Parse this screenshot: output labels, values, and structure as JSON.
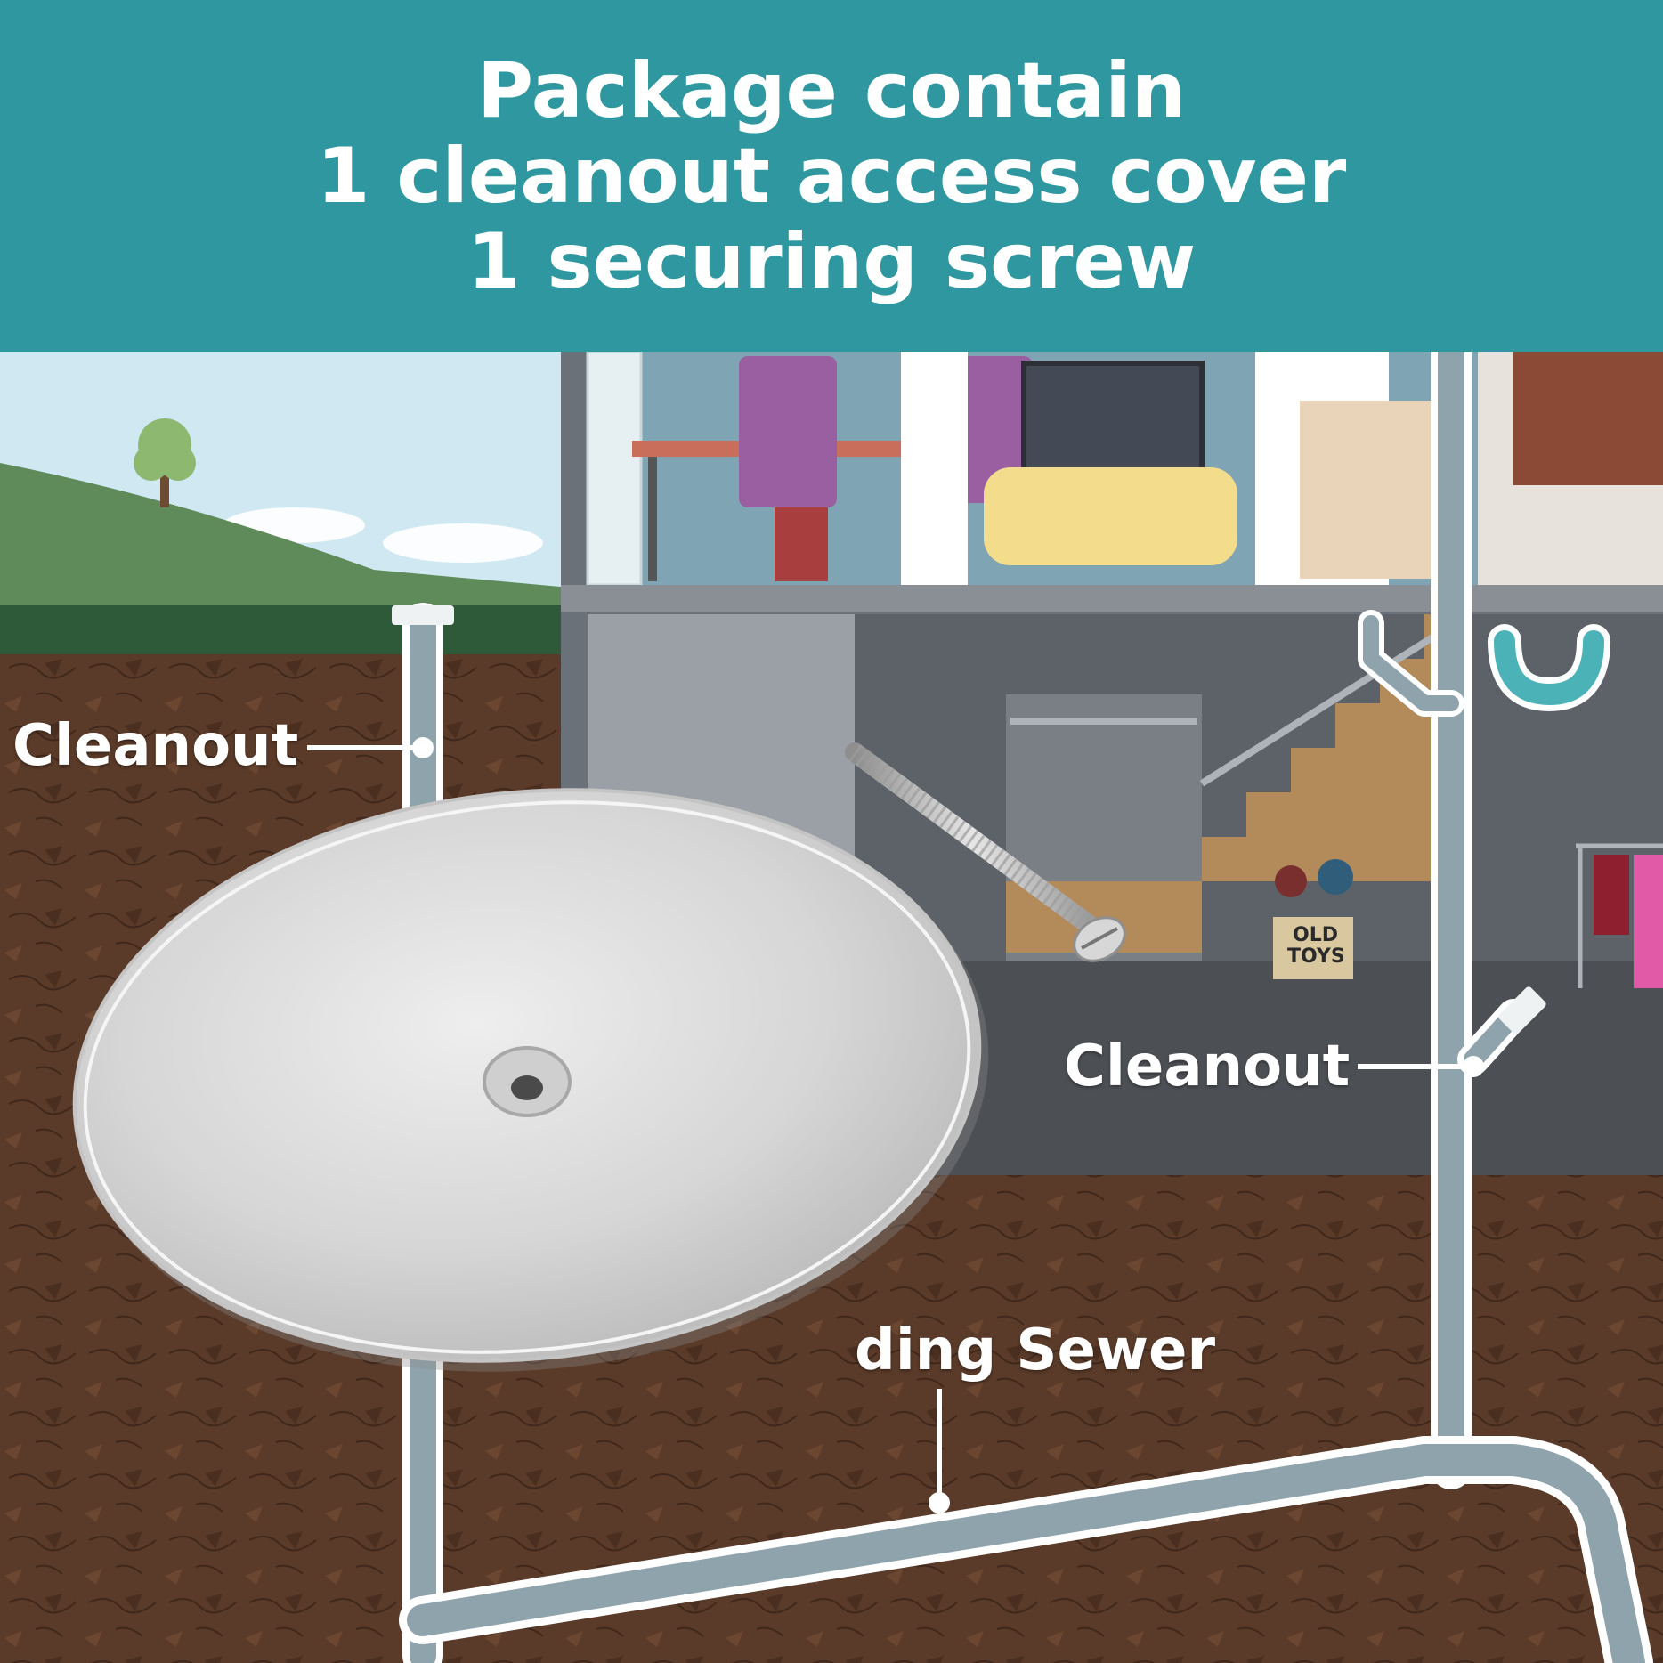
{
  "banner": {
    "line1": "Package contain",
    "line2": "1 cleanout access cover",
    "line3": "1 securing screw"
  },
  "diagram": {
    "label_cleanout_left": "Cleanout",
    "label_cleanout_right": "Cleanout",
    "label_building_sewer": "ding Sewer",
    "box_text_top": "OLD",
    "box_text_bottom": "TOYS"
  },
  "colors": {
    "banner": "#2e979f",
    "soil": "#5a3a28",
    "grass": "#5f8a5a",
    "sky": "#cfe8f2",
    "pipe": "#8fa3ad",
    "house_wall": "#6b7178",
    "basement_floor": "#4c4f54",
    "plate": "#dcdcdc"
  }
}
